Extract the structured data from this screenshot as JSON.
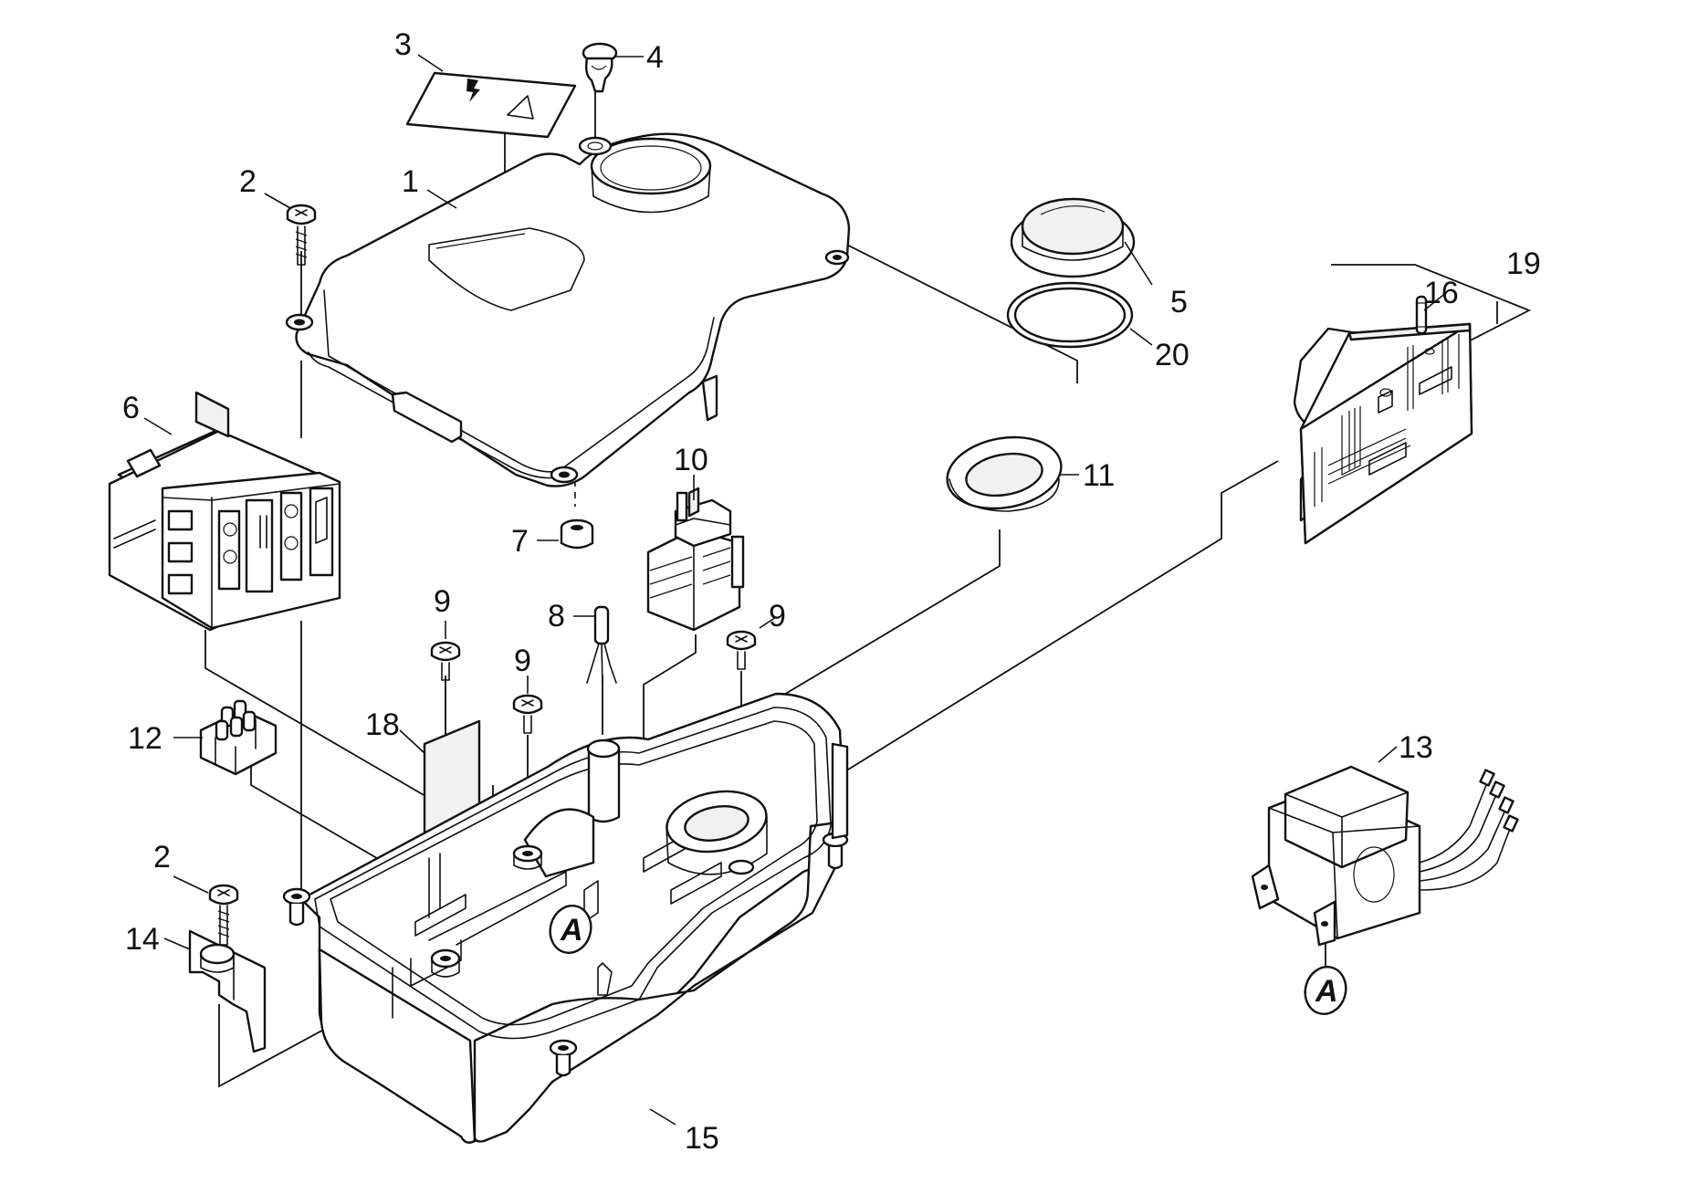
{
  "callouts": {
    "c1": "1",
    "c2a": "2",
    "c2b": "2",
    "c3": "3",
    "c4": "4",
    "c5": "5",
    "c6": "6",
    "c7": "7",
    "c8": "8",
    "c9a": "9",
    "c9b": "9",
    "c9c": "9",
    "c10": "10",
    "c11": "11",
    "c12": "12",
    "c13": "13",
    "c14": "14",
    "c15": "15",
    "c16": "16",
    "c18": "18",
    "c19": "19",
    "c20": "20"
  },
  "markers": {
    "a_housing": "A",
    "a_transformer": "A"
  },
  "icons": {
    "warning_label": [
      "lightning-bolt-icon",
      "warning-triangle-icon"
    ]
  }
}
